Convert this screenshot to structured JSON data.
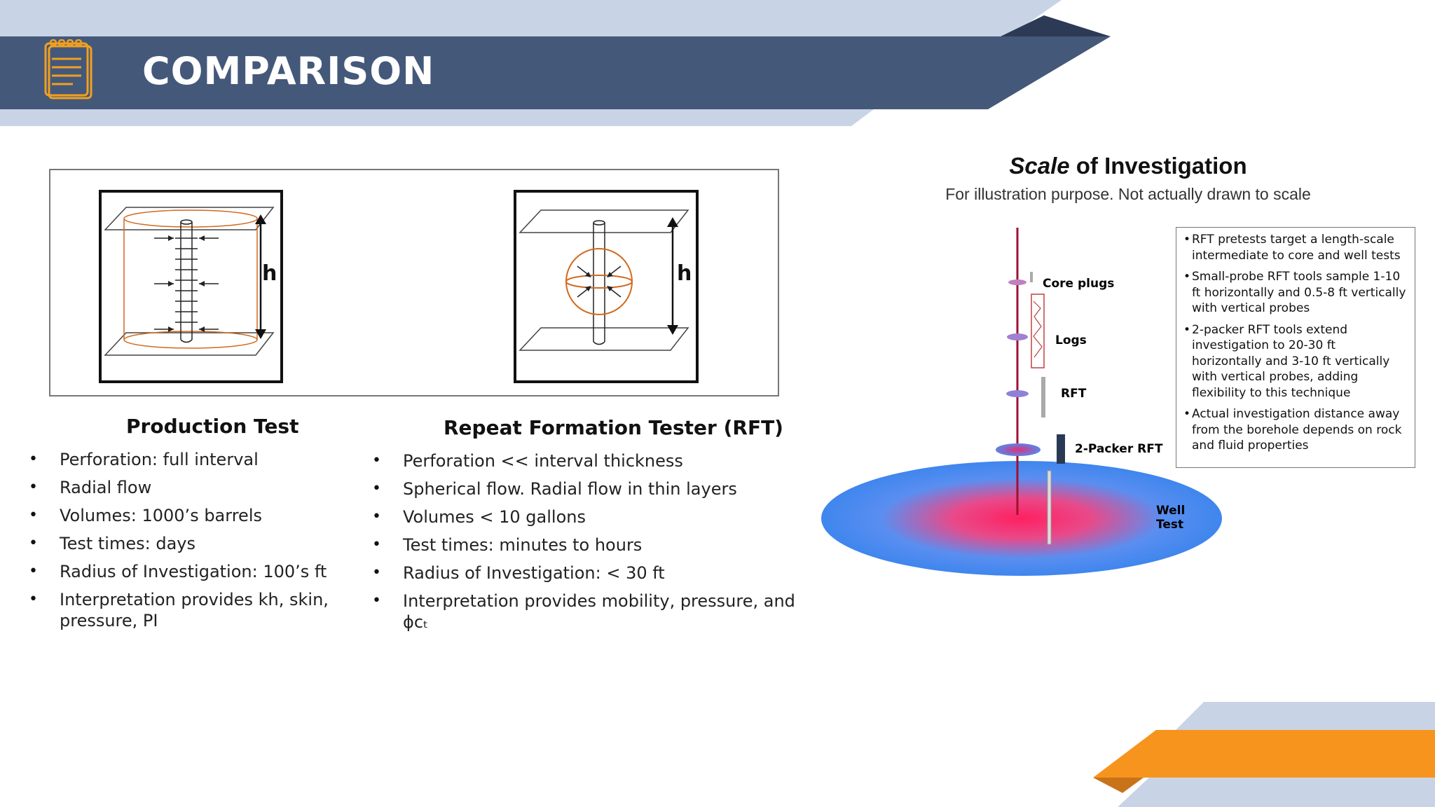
{
  "slide": {
    "title": "COMPARISON"
  },
  "diagrams": {
    "left_h": "h",
    "right_h": "h"
  },
  "production_test": {
    "heading": "Production Test",
    "bullets": [
      "Perforation: full interval",
      "Radial flow",
      "Volumes: 1000’s barrels",
      "Test times: days",
      "Radius of Investigation: 100’s ft",
      "Interpretation provides kh, skin, pressure, PI"
    ]
  },
  "rft": {
    "heading": "Repeat Formation Tester (RFT)",
    "bullets": [
      "Perforation << interval thickness",
      "Spherical flow. Radial flow in thin layers",
      "Volumes < 10 gallons",
      "Test times: minutes to hours",
      "Radius of Investigation: < 30 ft",
      "Interpretation provides mobility, pressure, and ϕcₜ"
    ]
  },
  "scale": {
    "title_italic": "Scale",
    "title_rest": " of Investigation",
    "subtitle": "For illustration purpose. Not actually drawn to scale",
    "labels": {
      "core_plugs": "Core plugs",
      "logs": "Logs",
      "rft": "RFT",
      "packer": "2-Packer RFT",
      "well_test_1": "Well",
      "well_test_2": "Test"
    },
    "notes": [
      "RFT pretests target a length-scale intermediate to core and well tests",
      "Small-probe RFT tools sample 1-10 ft horizontally and 0.5-8 ft vertically with vertical probes",
      "2-packer RFT tools extend investigation to 20-30 ft horizontally and 3-10 ft vertically with vertical probes, adding flexibility to this technique",
      "Actual investigation distance away from the borehole depends on rock and fluid properties"
    ]
  },
  "colors": {
    "banner": "#44587a",
    "light_band": "#c8d4e6",
    "dark_tip": "#2c3a55",
    "orange": "#f7941d",
    "icon": "#f0a020"
  }
}
